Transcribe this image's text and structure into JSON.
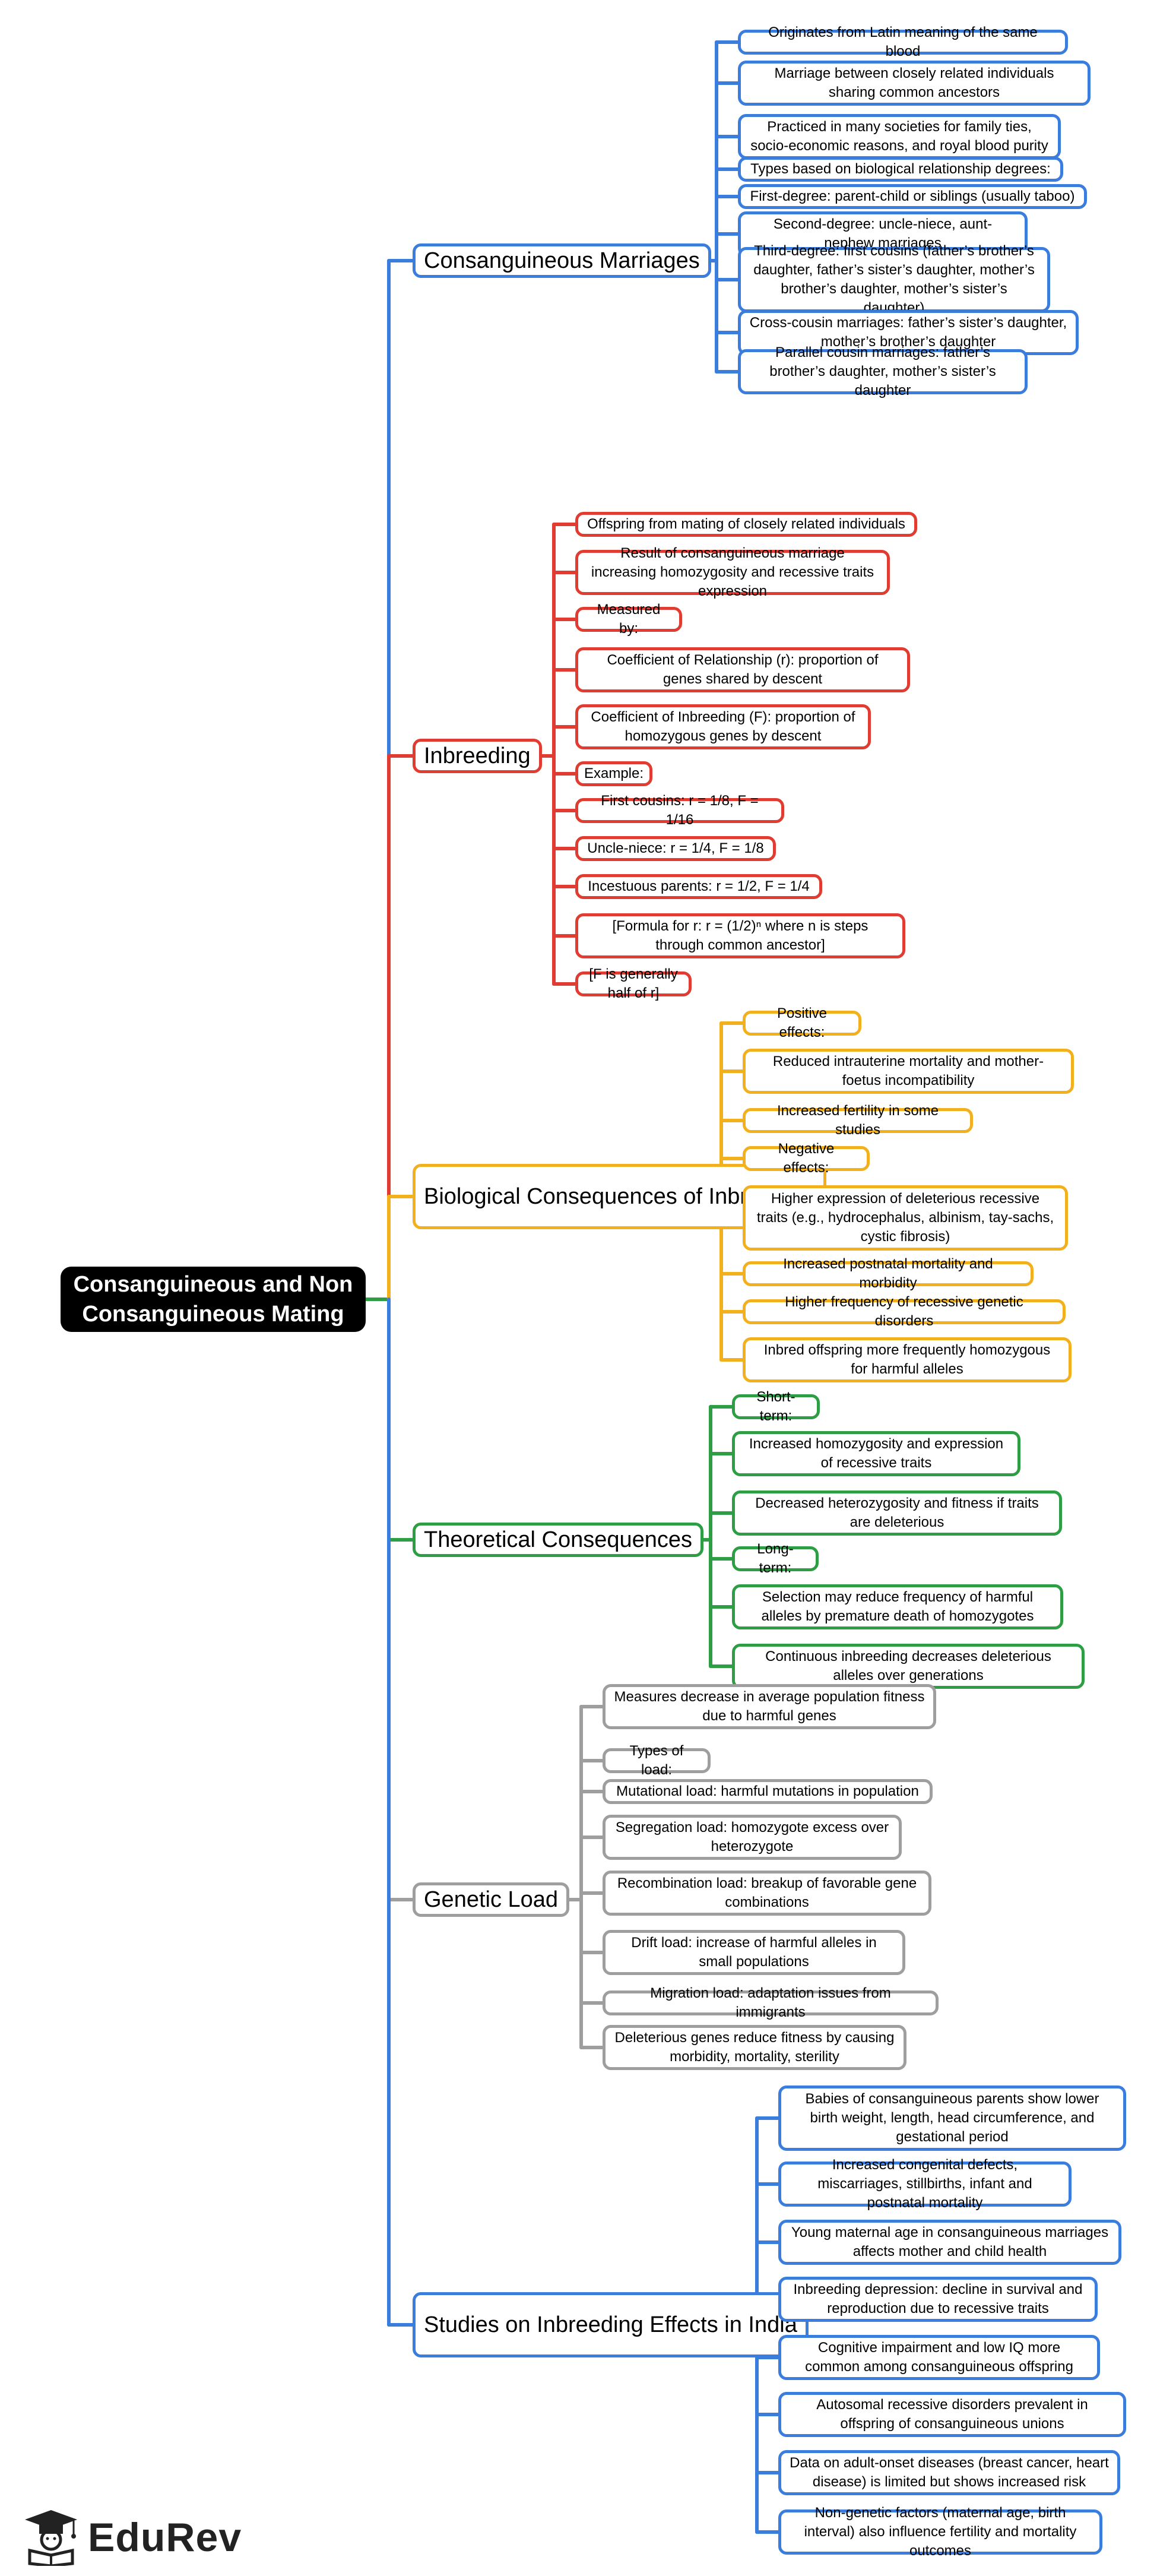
{
  "root": {
    "label": "Consanguineous and Non Consanguineous Mating"
  },
  "branches": [
    {
      "label": "Consanguineous Marriages",
      "color": "#3b7ddd",
      "items": [
        "Originates from Latin meaning of the same blood",
        "Marriage between closely related individuals sharing common ancestors",
        "Practiced in many societies for family ties, socio-economic reasons, and royal blood purity",
        "Types based on biological relationship degrees:",
        "First-degree: parent-child or siblings (usually taboo)",
        "Second-degree: uncle-niece, aunt-nephew marriages",
        "Third-degree: first cousins (father’s brother’s daughter, father’s sister’s daughter, mother’s brother’s daughter, mother’s sister’s daughter)",
        "Cross-cousin marriages: father’s sister’s daughter, mother’s brother’s daughter",
        "Parallel cousin marriages: father’s brother’s daughter, mother’s sister’s daughter"
      ]
    },
    {
      "label": "Inbreeding",
      "color": "#e03c31",
      "items": [
        "Offspring from mating of closely related individuals",
        "Result of consanguineous marriage increasing homozygosity and recessive traits expression",
        "Measured by:",
        "Coefficient of Relationship (r): proportion of genes shared by descent",
        "Coefficient of Inbreeding (F): proportion of homozygous genes by descent",
        "Example:",
        "First cousins: r = 1/8, F = 1/16",
        "Uncle-niece: r = 1/4, F = 1/8",
        "Incestuous parents: r = 1/2, F = 1/4",
        "[Formula for r: r = (1/2)ⁿ where n is steps through common ancestor]",
        "[F is generally half of r]"
      ]
    },
    {
      "label": "Biological Consequences of Inbreeding",
      "color": "#f2b01e",
      "items": [
        "Positive effects:",
        "Reduced intrauterine mortality and mother-foetus incompatibility",
        "Increased fertility in some studies",
        "Negative effects:",
        "Higher expression of deleterious recessive traits (e.g., hydrocephalus, albinism, tay-sachs, cystic fibrosis)",
        "Increased postnatal mortality and morbidity",
        "Higher frequency of recessive genetic disorders",
        "Inbred offspring more frequently homozygous for harmful alleles"
      ]
    },
    {
      "label": "Theoretical Consequences",
      "color": "#2e9e44",
      "items": [
        "Short-term:",
        "Increased homozygosity and expression of recessive traits",
        "Decreased heterozygosity and fitness if traits are deleterious",
        "Long-term:",
        "Selection may reduce frequency of harmful alleles by premature death of homozygotes",
        "Continuous inbreeding decreases deleterious alleles over generations"
      ]
    },
    {
      "label": "Genetic Load",
      "color": "#9e9e9e",
      "items": [
        "Measures decrease in average population fitness due to harmful genes",
        "Types of load:",
        "Mutational load: harmful mutations in population",
        "Segregation load: homozygote excess over heterozygote",
        "Recombination load: breakup of favorable gene combinations",
        "Drift load: increase of harmful alleles in small populations",
        "Migration load: adaptation issues from immigrants",
        "Deleterious genes reduce fitness by causing morbidity, mortality, sterility"
      ]
    },
    {
      "label": "Studies on Inbreeding Effects in India",
      "color": "#3b7ddd",
      "items": [
        "Babies of consanguineous parents show lower birth weight, length, head circumference, and gestational period",
        "Increased congenital defects, miscarriages, stillbirths, infant and postnatal mortality",
        "Young maternal age in consanguineous marriages affects mother and child health",
        "Inbreeding depression: decline in survival and reproduction due to recessive traits",
        "Cognitive impairment and low IQ more common among consanguineous offspring",
        "Autosomal recessive disorders prevalent in offspring of consanguineous unions",
        "Data on adult-onset diseases (breast cancer, heart disease) is limited but shows increased risk",
        "Non-genetic factors (maternal age, birth interval) also influence fertility and mortality outcomes"
      ]
    }
  ],
  "logo": {
    "text": "EduRev"
  }
}
